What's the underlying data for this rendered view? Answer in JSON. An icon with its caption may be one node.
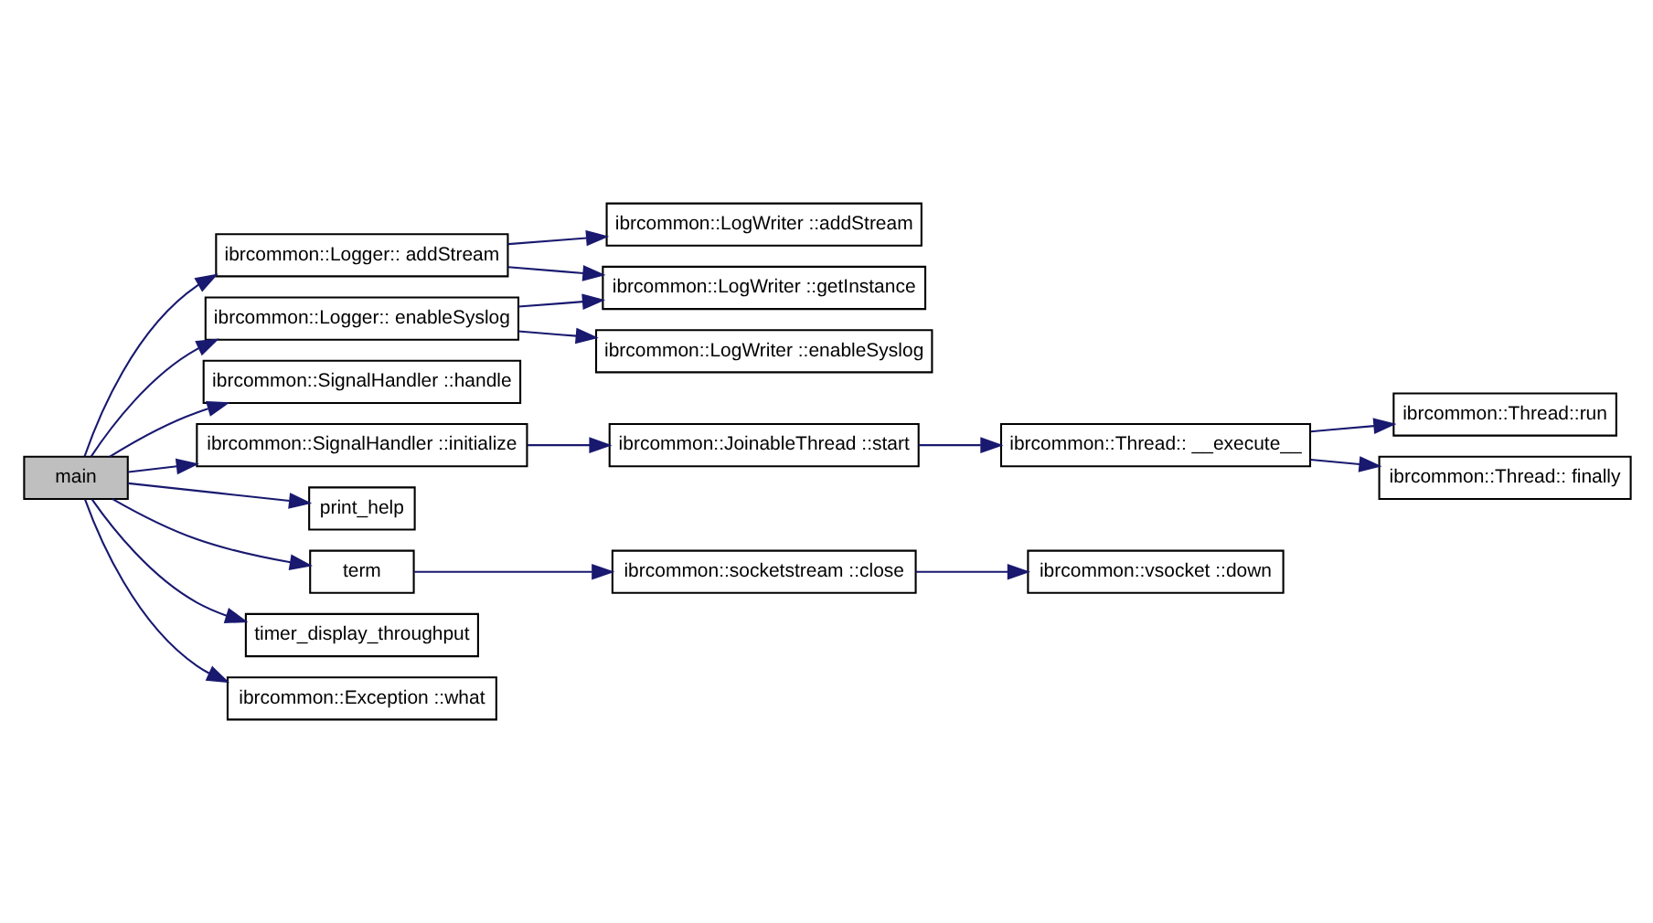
{
  "diagram": {
    "nodes": [
      {
        "text": [
          "main"
        ]
      },
      {
        "text": [
          "ibrcommon::Logger:: addStream"
        ]
      },
      {
        "text": [
          "ibrcommon::Logger:: enableSyslog"
        ]
      },
      {
        "text": [
          "ibrcommon::SignalHandler ::handle"
        ]
      },
      {
        "text": [
          "ibrcommon::SignalHandler ::initialize"
        ]
      },
      {
        "text": [
          "print_help"
        ]
      },
      {
        "text": [
          "term"
        ]
      },
      {
        "text": [
          "timer_display_throughput"
        ]
      },
      {
        "text": [
          "ibrcommon::Exception ::what"
        ]
      },
      {
        "text": [
          "ibrcommon::LogWriter ::addStream"
        ]
      },
      {
        "text": [
          "ibrcommon::LogWriter ::getInstance"
        ]
      },
      {
        "text": [
          "ibrcommon::LogWriter ::enableSyslog"
        ]
      },
      {
        "text": [
          "ibrcommon::JoinableThread ::start"
        ]
      },
      {
        "text": [
          "ibrcommon::Thread:: __execute__"
        ]
      },
      {
        "text": [
          "ibrcommon::Thread::run"
        ]
      },
      {
        "text": [
          "ibrcommon::Thread:: finally"
        ]
      },
      {
        "text": [
          "ibrcommon::socketstream ::close"
        ]
      },
      {
        "text": [
          "ibrcommon::vsocket ::down"
        ]
      }
    ],
    "edges": [
      {
        "from": 0,
        "to": 1,
        "arrow": "to"
      },
      {
        "from": 0,
        "to": 2,
        "arrow": "to"
      },
      {
        "from": 0,
        "to": 3,
        "arrow": "to"
      },
      {
        "from": 0,
        "to": 4,
        "arrow": "to"
      },
      {
        "from": 0,
        "to": 5,
        "arrow": "to"
      },
      {
        "from": 0,
        "to": 6,
        "arrow": "to"
      },
      {
        "from": 0,
        "to": 7,
        "arrow": "to"
      },
      {
        "from": 0,
        "to": 8,
        "arrow": "to"
      },
      {
        "from": 1,
        "to": 9,
        "arrow": "to"
      },
      {
        "from": 1,
        "to": 10,
        "arrow": "to"
      },
      {
        "from": 2,
        "to": 10,
        "arrow": "to"
      },
      {
        "from": 2,
        "to": 11,
        "arrow": "to"
      },
      {
        "from": 4,
        "to": 12,
        "arrow": "to"
      },
      {
        "from": 12,
        "to": 13,
        "arrow": "to"
      },
      {
        "from": 13,
        "to": 14,
        "arrow": "to"
      },
      {
        "from": 13,
        "to": 15,
        "arrow": "to"
      },
      {
        "from": 6,
        "to": 16,
        "arrow": "to"
      },
      {
        "from": 16,
        "to": 17,
        "arrow": "to"
      }
    ]
  }
}
